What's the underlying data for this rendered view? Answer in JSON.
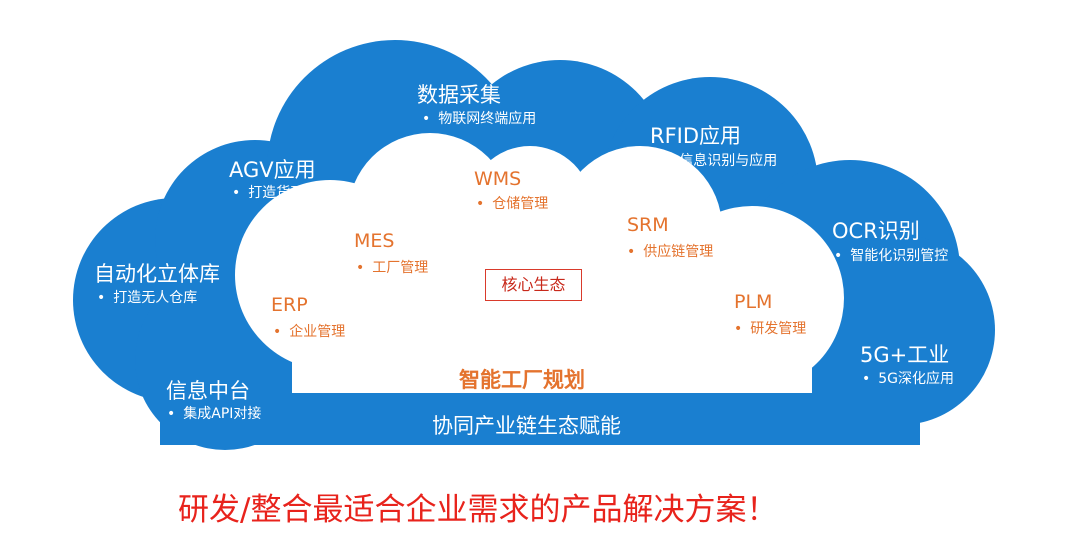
{
  "cloud": {
    "outer_color": "#1a7fd0",
    "inner_color": "#ffffff",
    "accent_color": "#e4732e",
    "tagline_color": "#e8231c",
    "outer_items": [
      {
        "title": "数据采集",
        "subtitle": "物联网终端应用"
      },
      {
        "title": "AGV应用",
        "subtitle": "打造货到人管理"
      },
      {
        "title": "RFID应用",
        "subtitle": "信息识别与应用"
      },
      {
        "title": "OCR识别",
        "subtitle": "智能化识别管控"
      },
      {
        "title": "自动化立体库",
        "subtitle": "打造无人仓库"
      },
      {
        "title": "5G+工业",
        "subtitle": "5G深化应用"
      },
      {
        "title": "信息中台",
        "subtitle": "集成API对接"
      }
    ],
    "inner_items": [
      {
        "title": "WMS",
        "subtitle": "仓储管理"
      },
      {
        "title": "MES",
        "subtitle": "工厂管理"
      },
      {
        "title": "SRM",
        "subtitle": "供应链管理"
      },
      {
        "title": "ERP",
        "subtitle": "企业管理"
      },
      {
        "title": "PLM",
        "subtitle": "研发管理"
      }
    ],
    "core_label": "核心生态",
    "plan_title": "智能工厂规划",
    "synergy_label": "协同产业链生态赋能",
    "bullet": "•"
  },
  "tagline": "研发/整合最适合企业需求的产品解决方案！"
}
